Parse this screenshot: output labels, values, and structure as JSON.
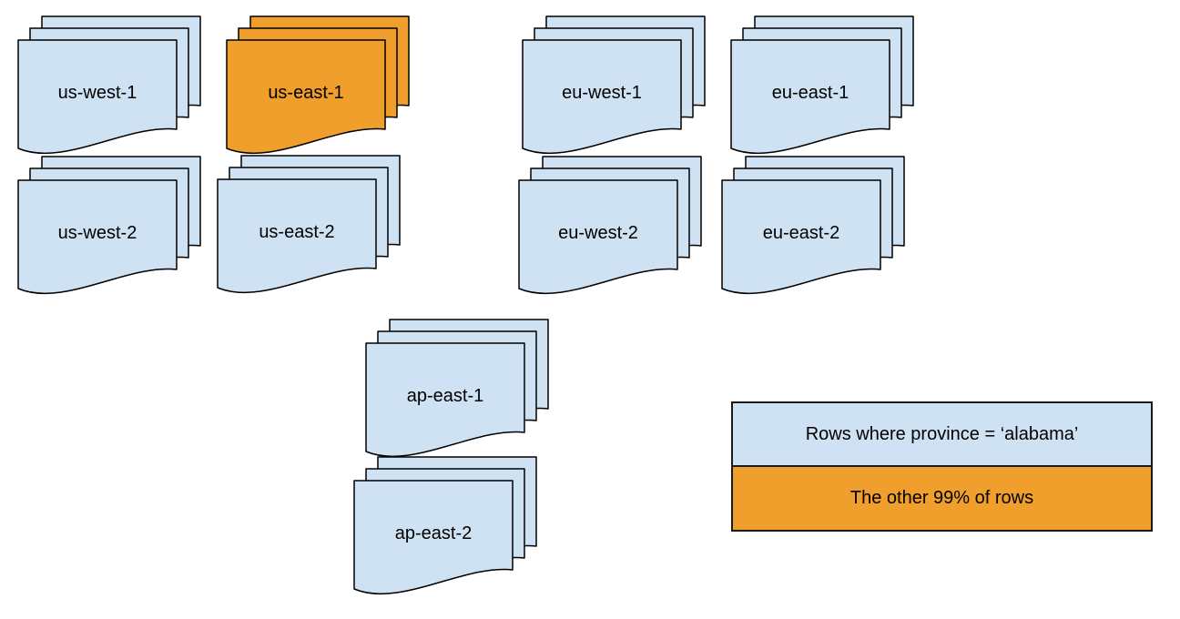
{
  "colors": {
    "page_fill": "#CFE2F3",
    "highlight_fill": "#F09E2C",
    "outline": "#000000"
  },
  "stacks": [
    {
      "label": "us-west-1",
      "highlighted": false,
      "pages": 3
    },
    {
      "label": "us-east-1",
      "highlighted": true,
      "pages": 3
    },
    {
      "label": "eu-west-1",
      "highlighted": false,
      "pages": 3
    },
    {
      "label": "eu-east-1",
      "highlighted": false,
      "pages": 3
    },
    {
      "label": "us-west-2",
      "highlighted": false,
      "pages": 3
    },
    {
      "label": "us-east-2",
      "highlighted": false,
      "pages": 3
    },
    {
      "label": "eu-west-2",
      "highlighted": false,
      "pages": 3
    },
    {
      "label": "eu-east-2",
      "highlighted": false,
      "pages": 3
    },
    {
      "label": "ap-east-1",
      "highlighted": false,
      "pages": 3
    },
    {
      "label": "ap-east-2",
      "highlighted": false,
      "pages": 3
    }
  ],
  "legend": {
    "items": [
      {
        "label": "Rows where province = ‘alabama’",
        "fill": "#CFE2F3"
      },
      {
        "label": "The other 99% of rows",
        "fill": "#F09E2C"
      }
    ]
  }
}
